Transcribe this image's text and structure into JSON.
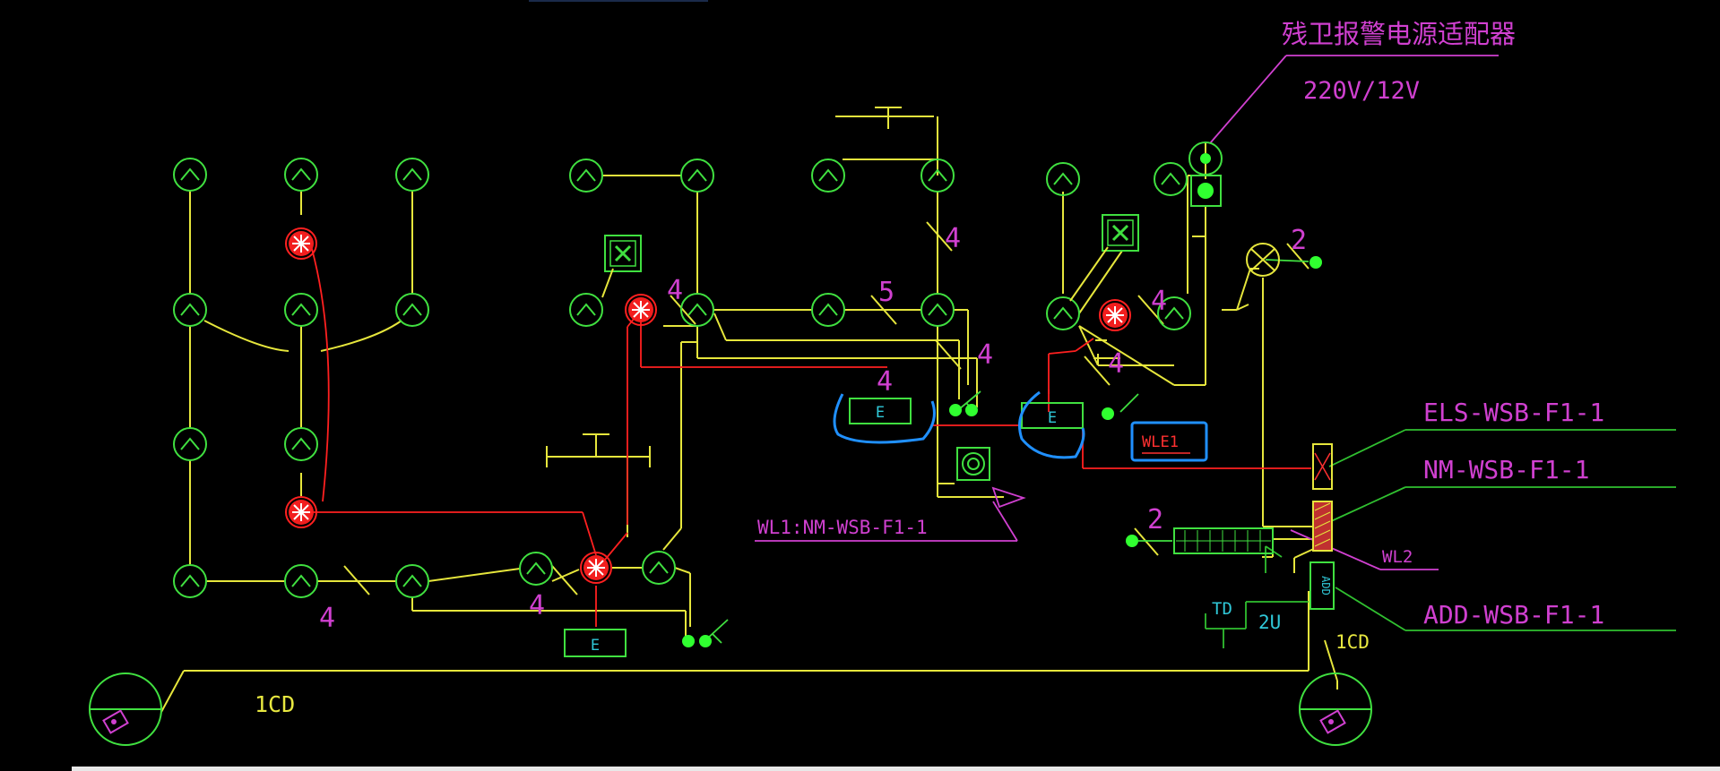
{
  "diagram": {
    "title_cn": "残卫报警电源适配器",
    "voltage": "220V/12V",
    "labels": {
      "els": "ELS-WSB-F1-1",
      "nm": "NM-WSB-F1-1",
      "add_panel": "ADD-WSB-F1-1",
      "wl1": "WL1:NM-WSB-F1-1",
      "wl2": "WL2",
      "wle1": "WLE1",
      "td": "TD",
      "two_u": "2U",
      "add": "ADD",
      "cd_left": "1CD",
      "cd_right": "1CD",
      "e1": "E",
      "e2": "E",
      "e3": "E"
    },
    "counts": {
      "c1": "4",
      "c2": "4",
      "c3": "4",
      "c4": "5",
      "c5": "4",
      "c6": "4",
      "c7": "4",
      "c8": "4",
      "c9": "4",
      "c10": "2",
      "c11": "2"
    },
    "colors": {
      "background": "#000000",
      "wire_yellow": "#e6e63c",
      "wire_red": "#ff2020",
      "wire_green": "#30c030",
      "symbol_green": "#40e040",
      "label_magenta": "#d040d0",
      "highlight_blue": "#2090ff",
      "text_cyan": "#30c8d8",
      "text_yellow": "#e8e840"
    }
  }
}
